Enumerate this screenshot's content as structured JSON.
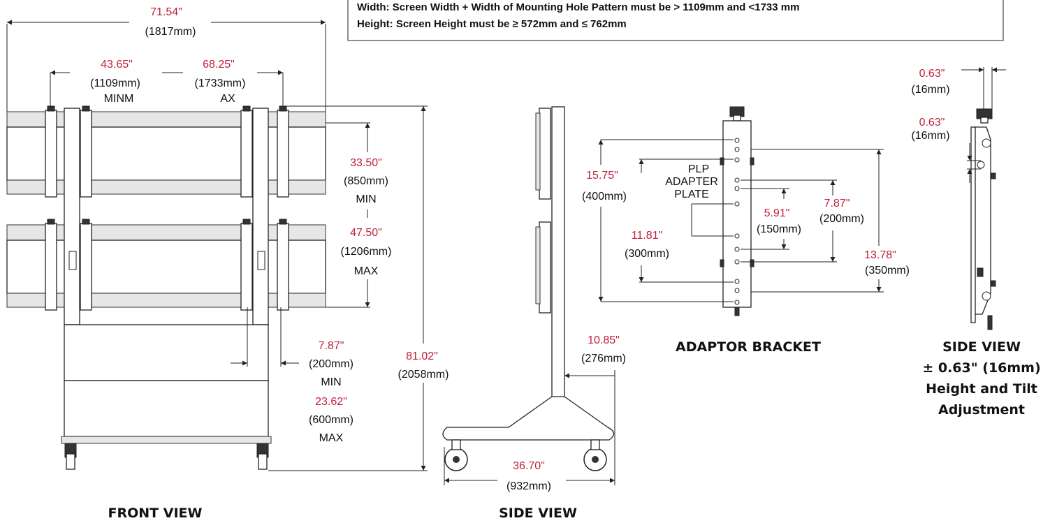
{
  "colors": {
    "dimension": "#c0203a",
    "text": "#111111",
    "line": "#222222"
  },
  "notes": {
    "line1": "Width: Screen Width + Width of Mounting Hole Pattern must be > 1109mm and <1733 mm",
    "line2": "Height: Screen Height must be ≥ 572mm and ≤ 762mm"
  },
  "front_view": {
    "title": "FRONT VIEW",
    "overall_width": {
      "in": "71.54\"",
      "mm": "(1817mm)"
    },
    "min_width": {
      "in": "43.65\"",
      "mm": "(1109mm)",
      "label": "MINM"
    },
    "max_width": {
      "in": "68.25\"",
      "mm": "(1733mm)",
      "label": "AX"
    },
    "min_height": {
      "in": "33.50\"",
      "mm": "(850mm)",
      "label": "MIN"
    },
    "max_height": {
      "in": "47.50\"",
      "mm": "(1206mm)",
      "label": "MAX"
    },
    "overall_height": {
      "in": "81.02\"",
      "mm": "(2058mm)"
    },
    "vesa_min": {
      "in": "7.87\"",
      "mm": "(200mm)",
      "label": "MIN"
    },
    "vesa_max": {
      "in": "23.62\"",
      "mm": "(600mm)",
      "label": "MAX"
    }
  },
  "side_view": {
    "title": "SIDE VIEW",
    "offset": {
      "in": "10.85\"",
      "mm": "(276mm)"
    },
    "base_depth": {
      "in": "36.70\"",
      "mm": "(932mm)"
    }
  },
  "adaptor": {
    "title": "ADAPTOR BRACKET",
    "plate_label": [
      "PLP",
      "ADAPTER",
      "PLATE"
    ],
    "d1": {
      "in": "15.75\"",
      "mm": "(400mm)"
    },
    "d2": {
      "in": "11.81\"",
      "mm": "(300mm)"
    },
    "d3": {
      "in": "5.91\"",
      "mm": "(150mm)"
    },
    "d4": {
      "in": "7.87\"",
      "mm": "(200mm)"
    },
    "d5": {
      "in": "13.78\"",
      "mm": "(350mm)"
    }
  },
  "side_detail": {
    "title_lines": [
      "SIDE VIEW",
      "± 0.63\" (16mm)",
      "Height and Tilt",
      "Adjustment"
    ],
    "d_top": {
      "in": "0.63\"",
      "mm": "(16mm)"
    },
    "d_mid": {
      "in": "0.63\"",
      "mm": "(16mm)"
    }
  }
}
